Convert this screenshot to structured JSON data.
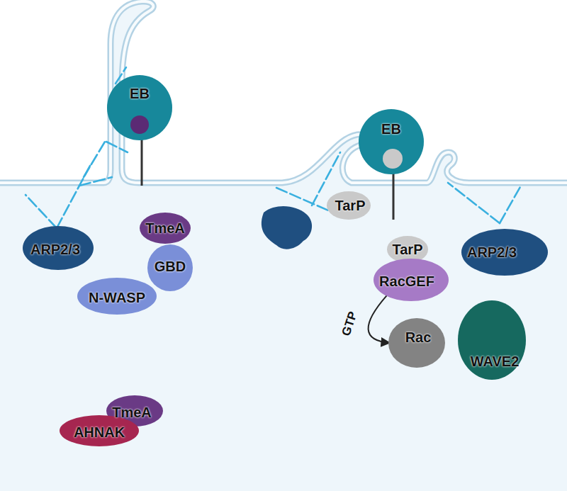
{
  "diagram": {
    "nodes": [
      {
        "text": [
          "EB"
        ]
      },
      {
        "text": [
          "EB"
        ]
      },
      {
        "text": [
          "TarP"
        ]
      },
      {
        "text": [
          "TmeA"
        ]
      },
      {
        "text": [
          "ARP2/3"
        ]
      },
      {
        "text": [
          "TarP"
        ]
      },
      {
        "text": [
          "RacGEF"
        ]
      },
      {
        "text": [
          "ARP2/3"
        ]
      },
      {
        "text": [
          "GBD"
        ]
      },
      {
        "text": [
          "N-WASP"
        ]
      },
      {
        "text": [
          "Rac"
        ]
      },
      {
        "text": [
          "WAVE2"
        ]
      },
      {
        "text": [
          "TmeA"
        ]
      },
      {
        "text": [
          "AHNAK"
        ]
      }
    ],
    "edges": [
      {
        "from": 6,
        "to": 10,
        "label": "GTP",
        "arrow": "to"
      }
    ]
  }
}
